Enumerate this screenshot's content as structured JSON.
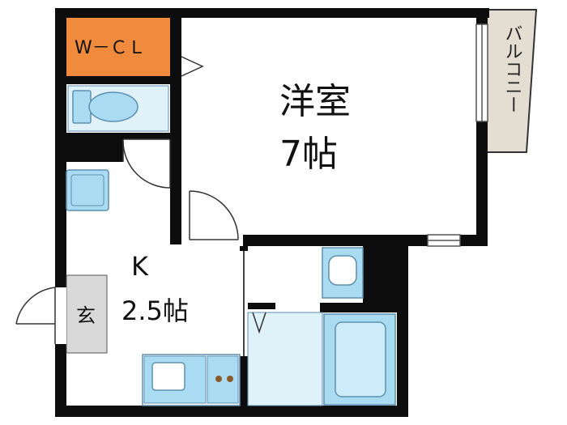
{
  "colors": {
    "wall": "#0d0d0d",
    "wcl_fill": "#f08a3c",
    "balcony_fill": "#e4ddd2",
    "fixture_fill": "#a9dcf2",
    "fixture_stroke": "#5f8fb0",
    "entrance_fill": "#d9d9d9",
    "floor": "#ffffff"
  },
  "rooms": {
    "western": {
      "name": "洋室",
      "size": "7帖"
    },
    "kitchen": {
      "name": "K",
      "size": "2.5帖"
    },
    "wcl": {
      "label": "W－ＣＬ"
    },
    "balcony": {
      "label": "バルコニー"
    },
    "entrance": {
      "label": "玄"
    }
  },
  "fixtures": [
    "toilet-icon",
    "washer-pan-icon",
    "sink-icon",
    "bathtub-icon",
    "stove-icon",
    "wash-basin-icon"
  ]
}
